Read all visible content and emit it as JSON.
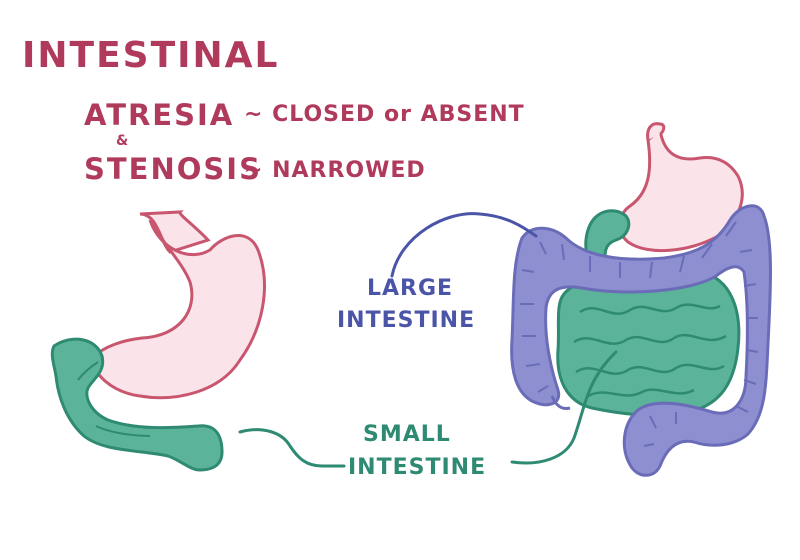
{
  "heading": {
    "title": "INTESTINAL",
    "atresia_term": "ATRESIA",
    "atresia_def": "~ CLOSED or ABSENT",
    "conjunction": "&",
    "stenosis_term": "STENOSIS",
    "stenosis_def": "~ NARROWED"
  },
  "labels": {
    "large_line1": "LARGE",
    "large_line2": "INTESTINE",
    "small_line1": "SMALL",
    "small_line2": "INTESTINE"
  },
  "colors": {
    "heading": "#b03a5b",
    "large_label": "#4b55a8",
    "small_label": "#2e8a73",
    "stomach_fill": "#fbe3ea",
    "stomach_stroke": "#c9566f",
    "small_fill": "#5bb49a",
    "small_stroke": "#2f8a72",
    "large_fill": "#8e8fd0",
    "large_stroke": "#6a6cb8"
  }
}
